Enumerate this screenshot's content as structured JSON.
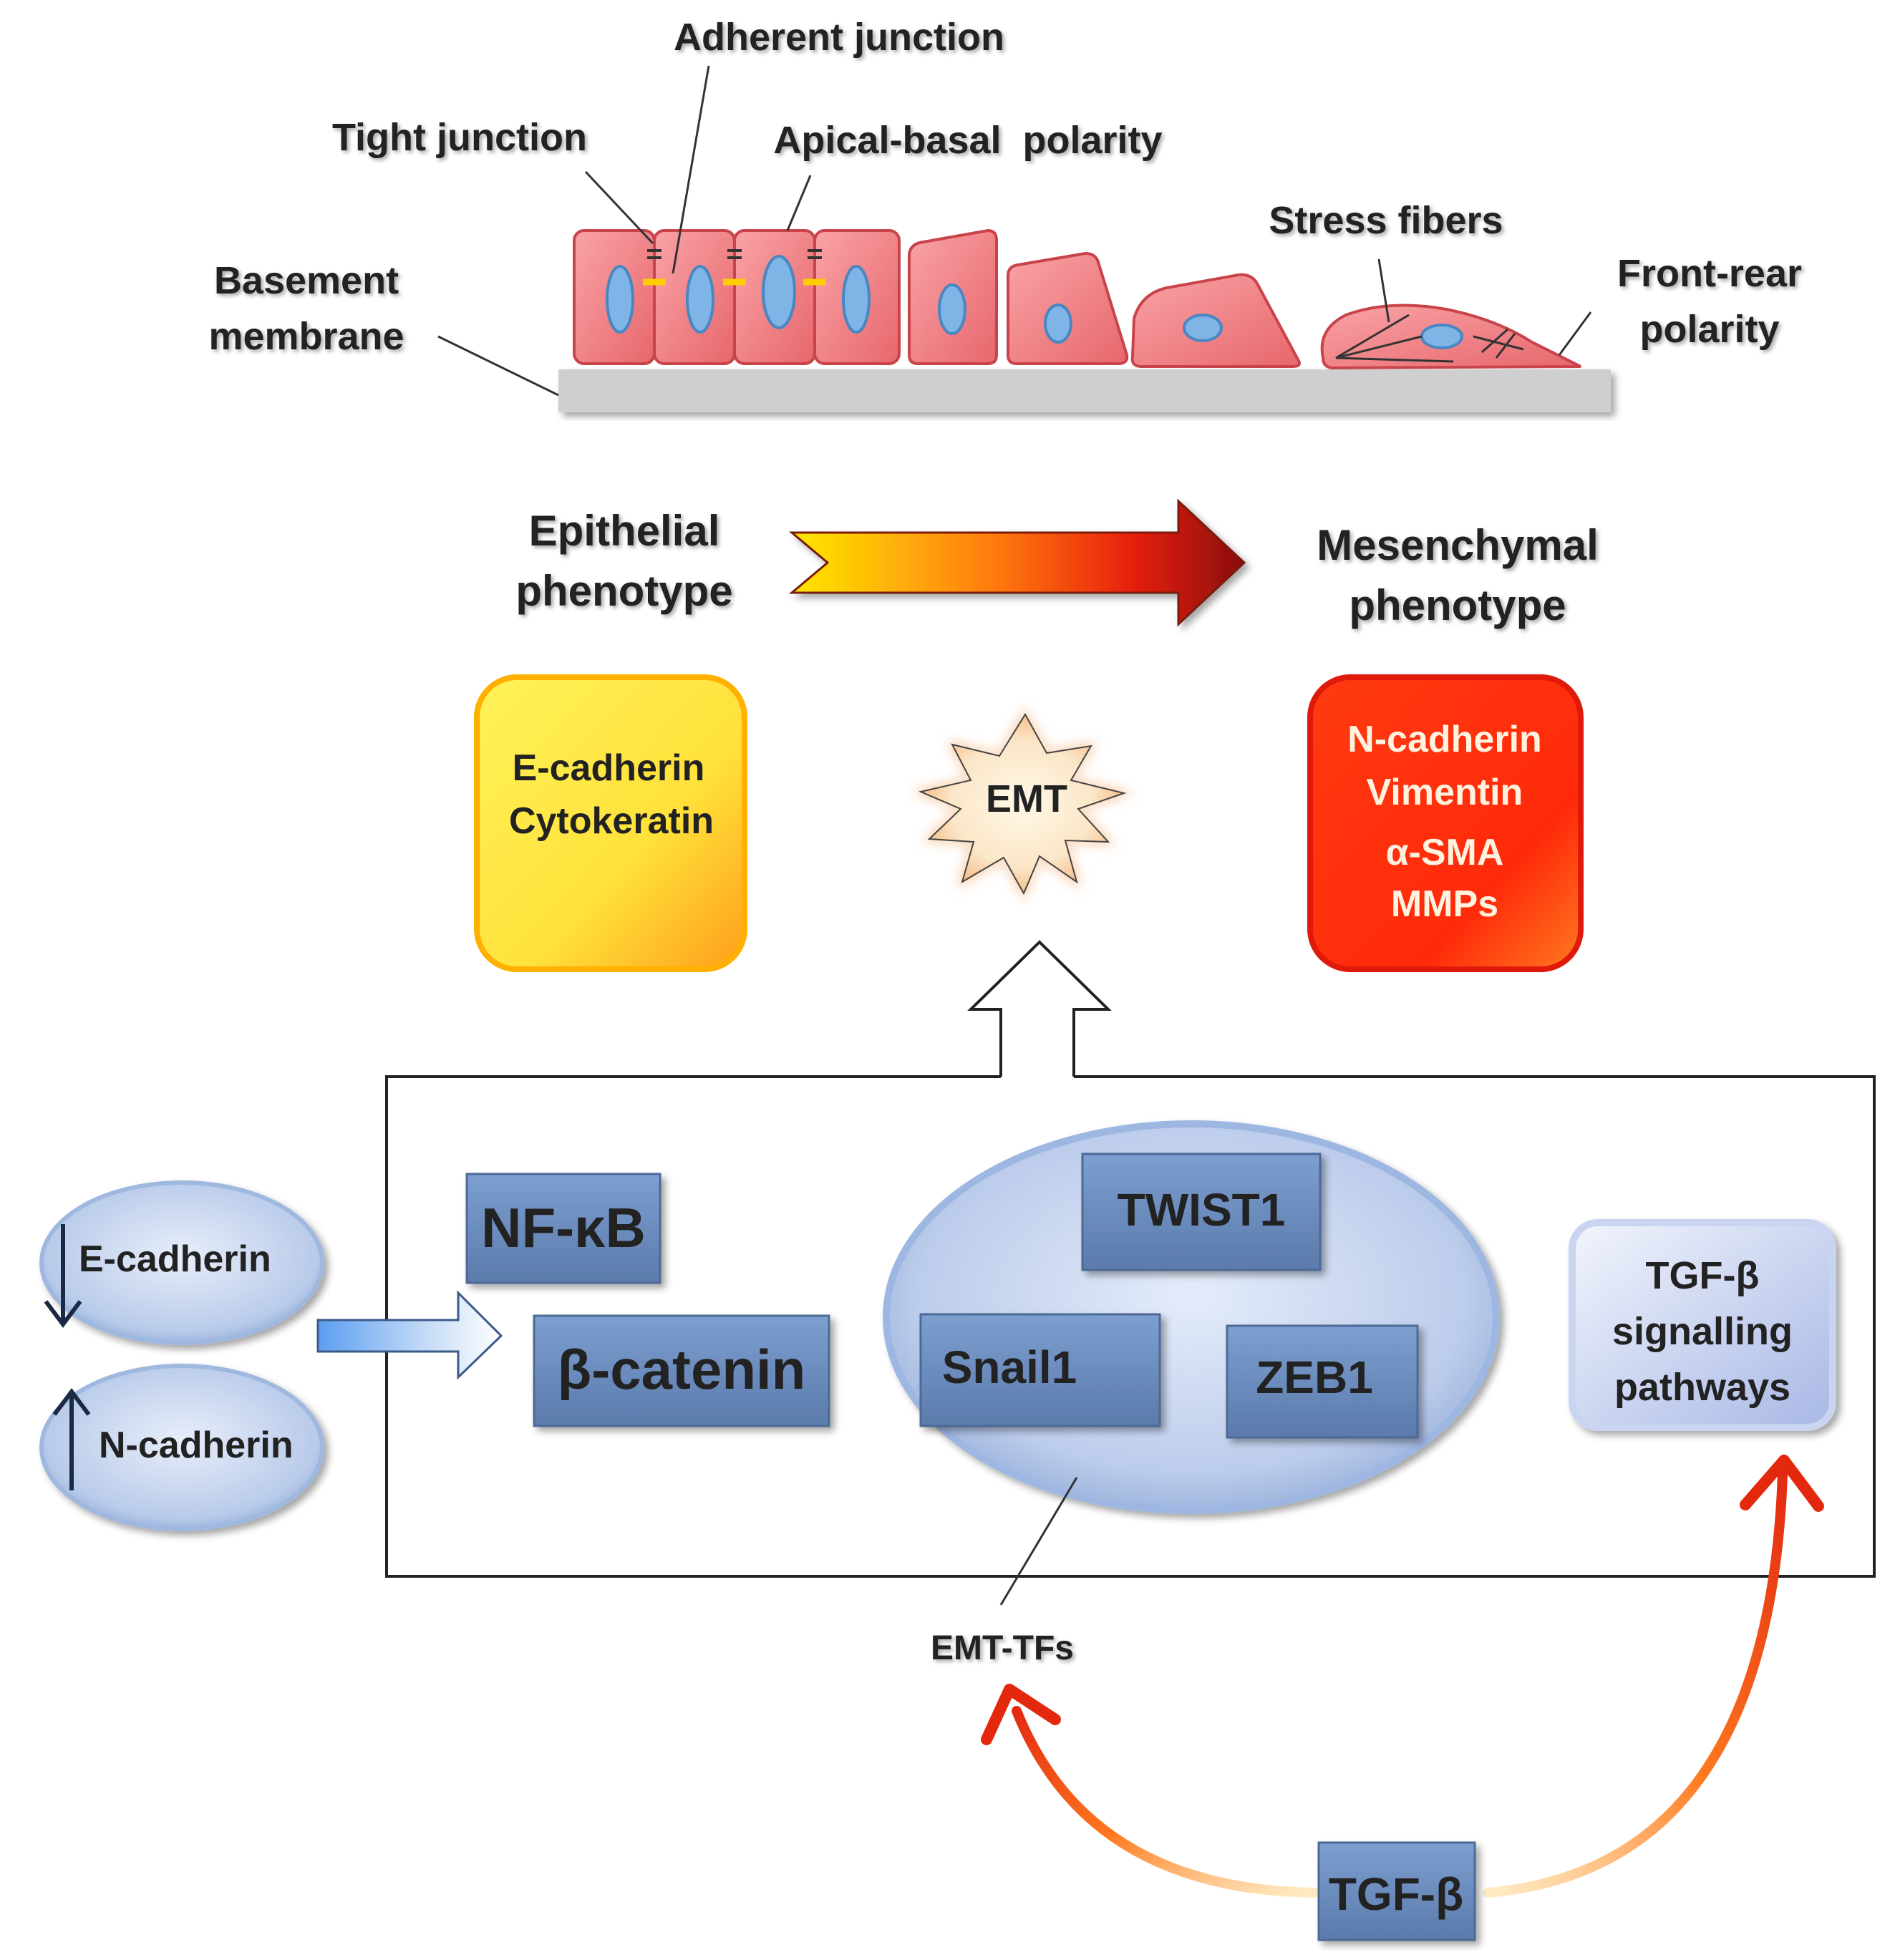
{
  "top": {
    "adherent_junction": "Adherent junction",
    "tight_junction": "Tight junction",
    "apical_basal": "Apical-basal  polarity",
    "basement_l1": "Basement",
    "basement_l2": "membrane",
    "stress_fibers": "Stress fibers",
    "front_rear_l1": "Front-rear",
    "front_rear_l2": "polarity"
  },
  "phenotype": {
    "epithelial_l1": "Epithelial",
    "epithelial_l2": "phenotype",
    "mesenchymal_l1": "Mesenchymal",
    "mesenchymal_l2": "phenotype"
  },
  "markers": {
    "epithelial": [
      "E-cadherin",
      "Cytokeratin"
    ],
    "mesenchymal": [
      "N-cadherin",
      "Vimentin",
      "α-SMA",
      "MMPs"
    ],
    "emt": "EMT"
  },
  "left": {
    "ecadherin": "E-cadherin",
    "ncadherin": "N-cadherin"
  },
  "factors": {
    "nfkb": "NF-κB",
    "bcatenin": "β-catenin",
    "twist1": "TWIST1",
    "snail1": "Snail1",
    "zeb1": "ZEB1",
    "tgfb_path_l1": "TGF-β",
    "tgfb_path_l2": "signalling",
    "tgfb_path_l3": "pathways",
    "emt_tfs": "EMT-TFs",
    "tgfb": "TGF-β"
  },
  "colors": {
    "cell_fill": "#f07c80",
    "cell_stroke": "#c8444a",
    "nucleus": "#7fb5e6",
    "membrane": "#c9c9c9",
    "box_blue": "#6d8ebf",
    "arrow_red": "#e23a16",
    "arrow_yellow": "#ffd400"
  }
}
